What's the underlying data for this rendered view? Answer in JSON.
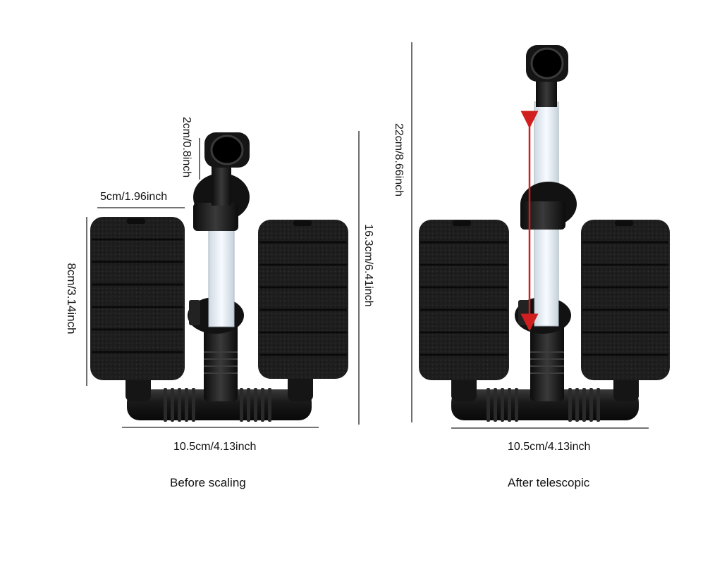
{
  "before": {
    "caption": "Before scaling",
    "dim_top_width": "5cm/1.96inch",
    "dim_nozzle": "2cm/0.8inch",
    "dim_sponge_height": "8cm/3.14inch",
    "dim_total_height": "16.3cm/6.41inch",
    "dim_base_width": "10.5cm/4.13inch"
  },
  "after": {
    "caption": "After telescopic",
    "dim_total_height": "22cm/8.66inch",
    "dim_base_width": "10.5cm/4.13inch"
  },
  "colors": {
    "sponge": "#1f1f1f",
    "plastic": "#151515",
    "tube": "#e6eef4",
    "arrow": "#d11f1f",
    "line": "#222222"
  }
}
